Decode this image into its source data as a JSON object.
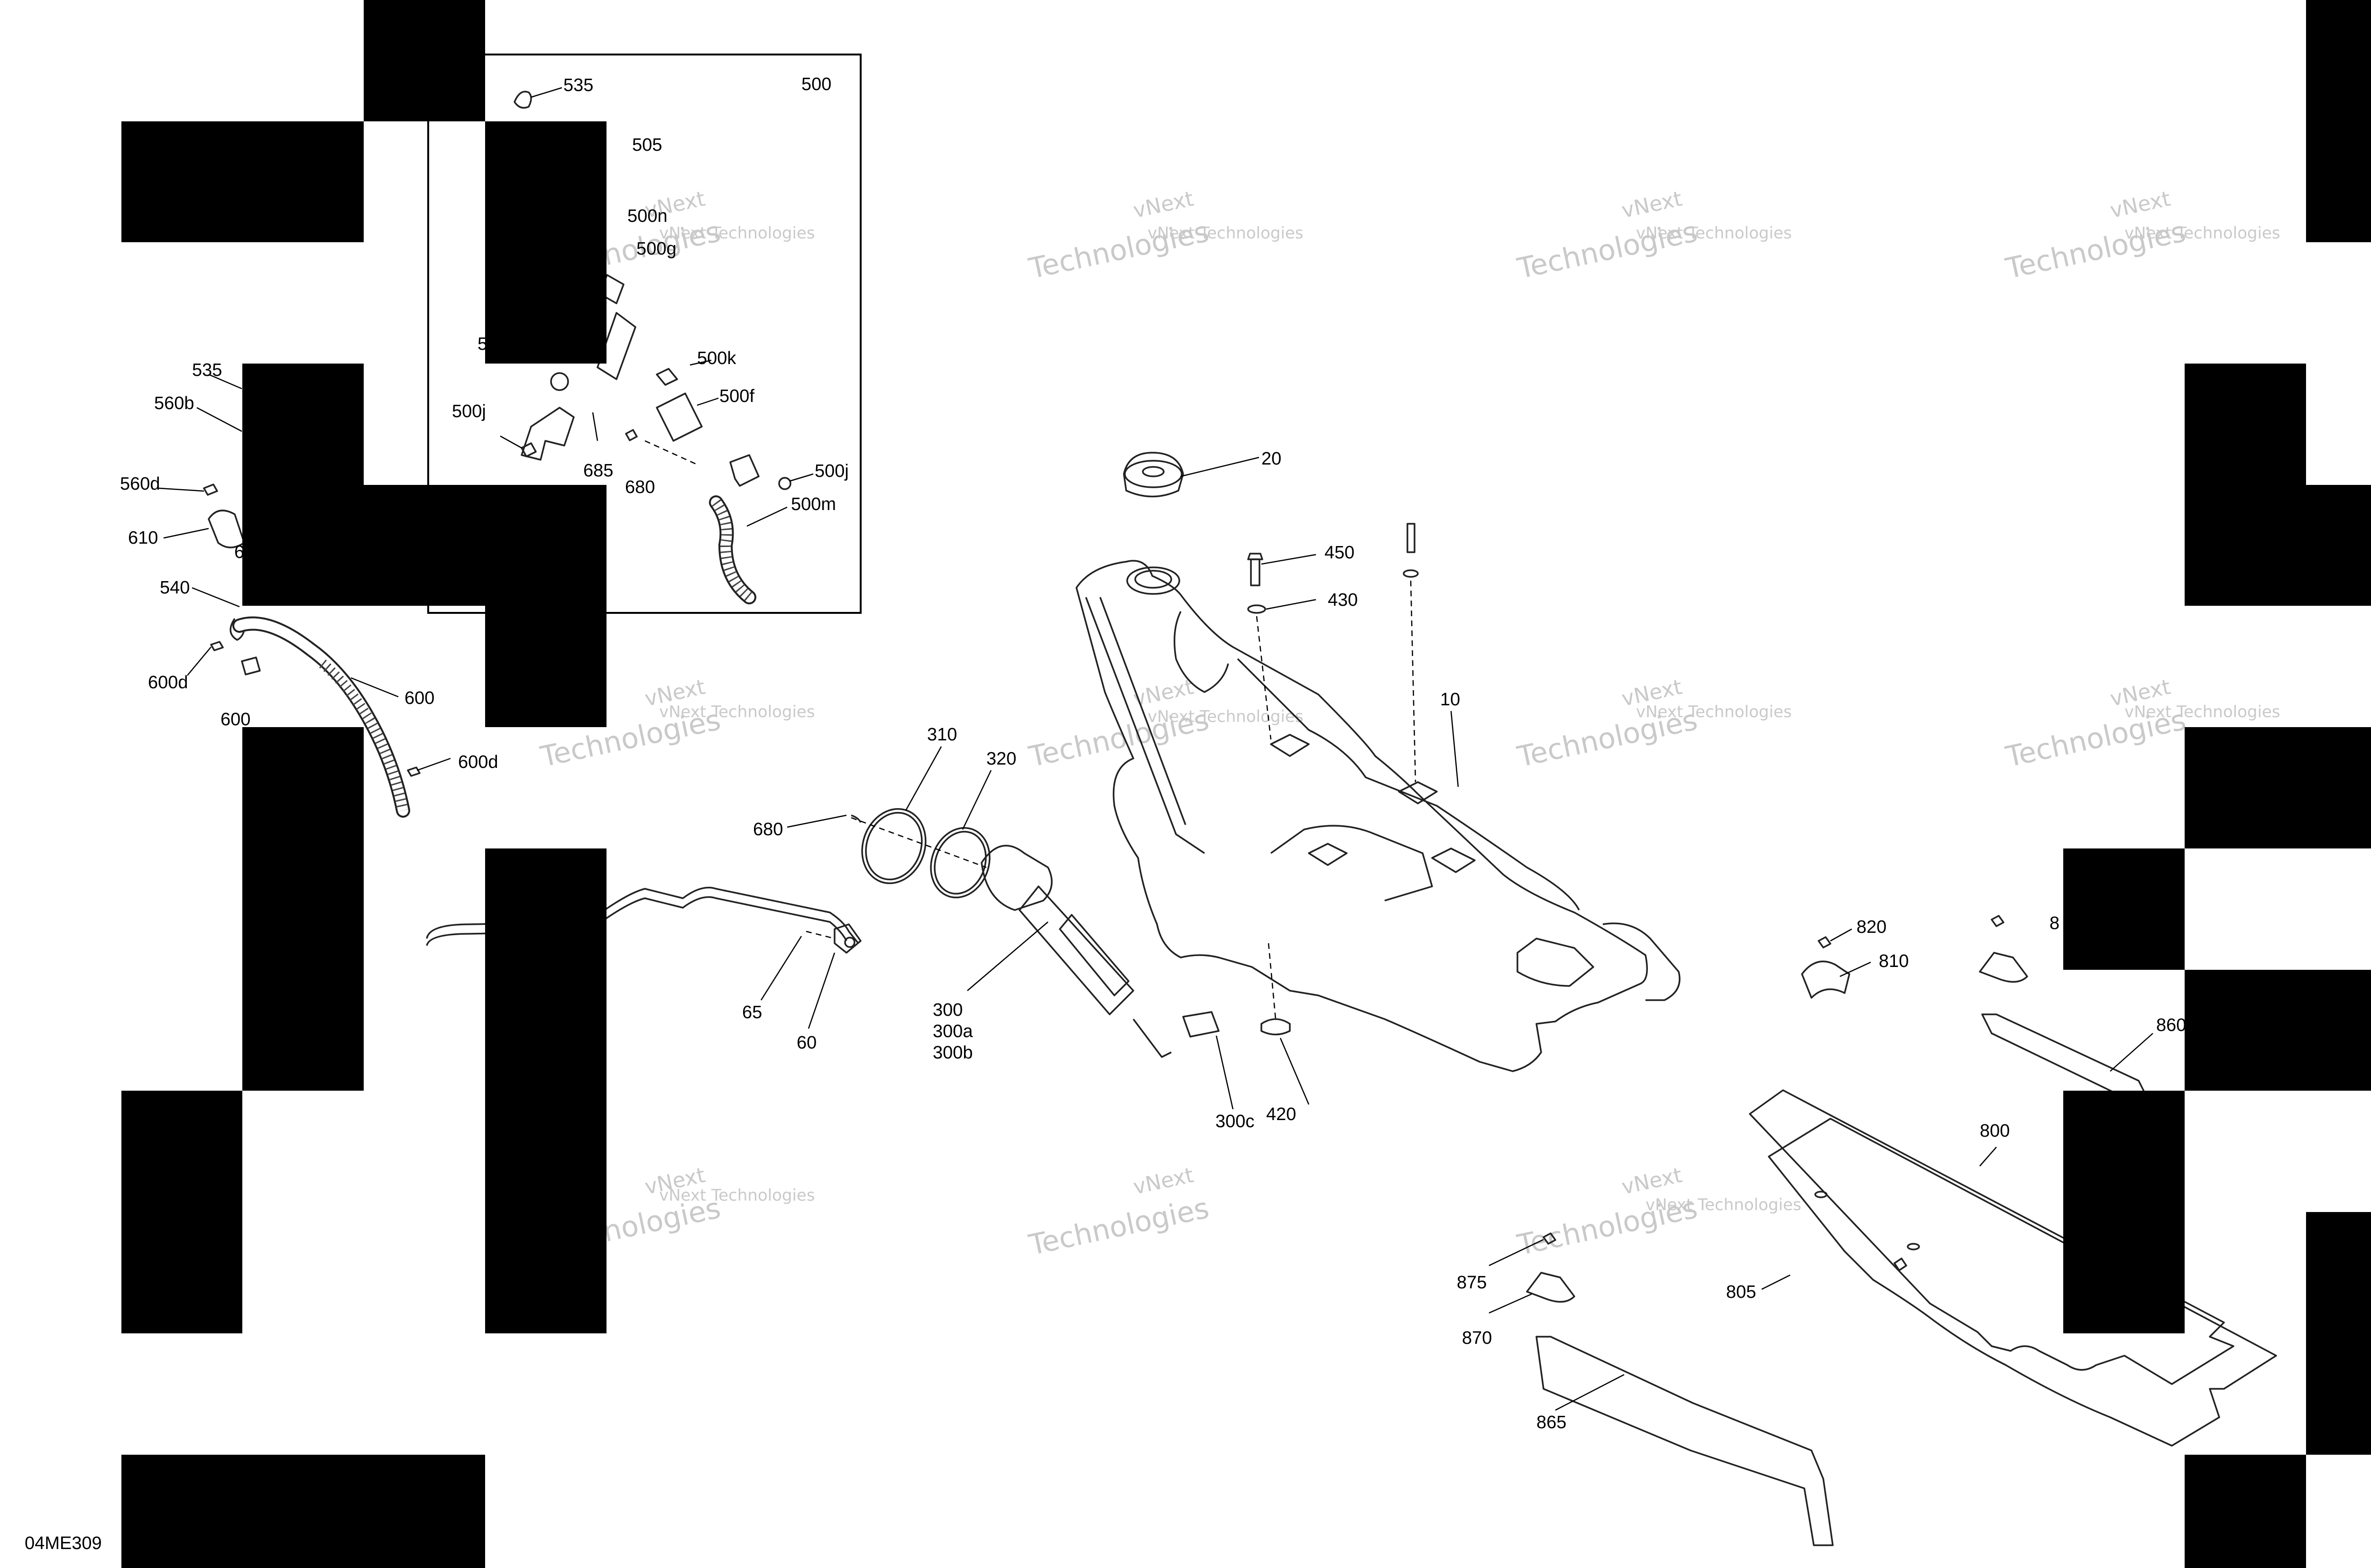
{
  "diagram": {
    "code": "04ME309",
    "inset_title": "500",
    "watermark": [
      "vNext",
      "Technologies",
      "vNext Technologies"
    ],
    "callouts": {
      "c535_inset": "535",
      "c505": "505",
      "c500n": "500n",
      "c500g": "500g",
      "c5_cut": "5",
      "c500k": "500k",
      "c500f": "500f",
      "c500j_left": "500j",
      "c685": "685",
      "c680_inset": "680",
      "c500j_right": "500j",
      "c500m": "500m",
      "c535": "535",
      "c560b": "560b",
      "c560d": "560d",
      "c610": "610",
      "c6_cut": "6",
      "c540": "540",
      "c600d_top": "600d",
      "c600": "600",
      "c600_cut": "600",
      "c600d_right": "600d",
      "c20": "20",
      "c450": "450",
      "c430": "430",
      "c10": "10",
      "c310": "310",
      "c320": "320",
      "c680": "680",
      "c300": "300",
      "c300a": "300a",
      "c300b": "300b",
      "c300c": "300c",
      "c65": "65",
      "c60": "60",
      "c420": "420",
      "c820": "820",
      "c810": "810",
      "c8_cut": "8",
      "c860_cut": "860",
      "c800": "800",
      "c805": "805",
      "c875": "875",
      "c870": "870",
      "c865": "865"
    }
  }
}
